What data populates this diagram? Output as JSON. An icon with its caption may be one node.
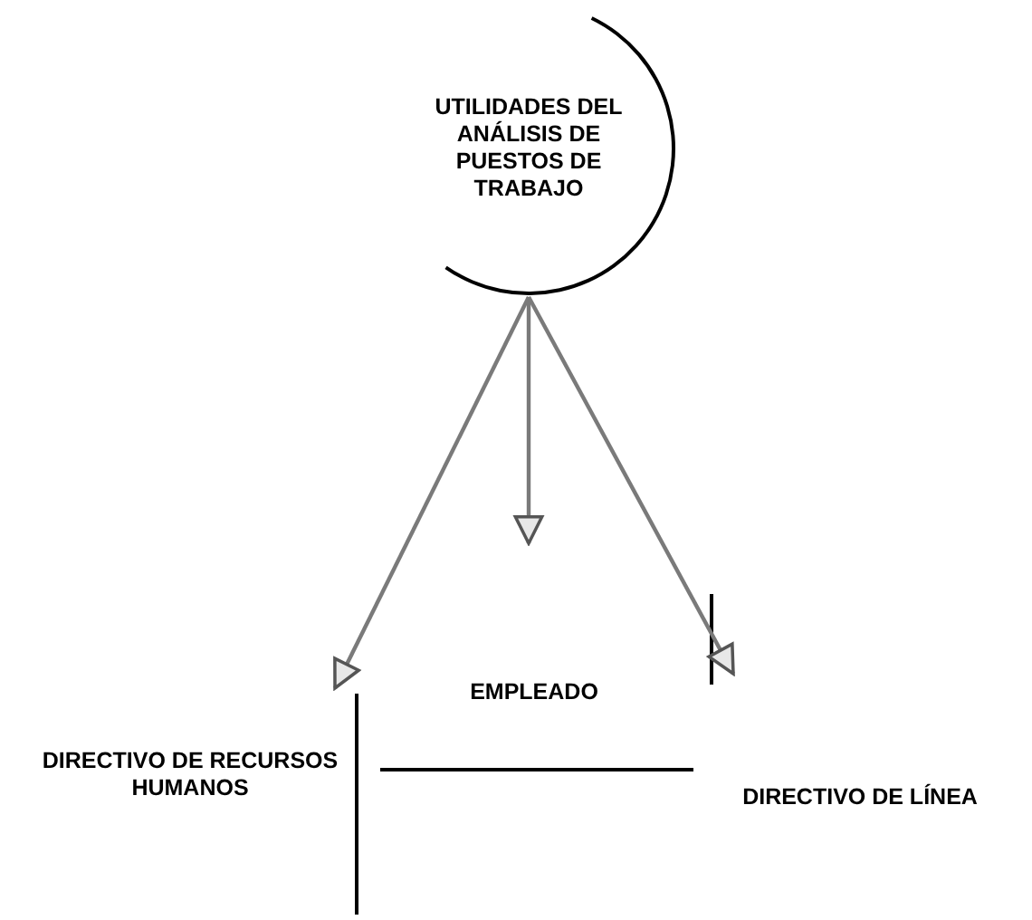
{
  "diagram": {
    "nodes": [
      {
        "text": [
          "UTILIDADES DEL ANÁLISIS DE PUESTOS DE TRABAJO"
        ]
      },
      {
        "text": [
          "DIRECTIVO DE RECURSOS HUMANOS"
        ]
      },
      {
        "text": [
          "EMPLEADO"
        ]
      },
      {
        "text": [
          "DIRECTIVO DE LÍNEA"
        ]
      }
    ],
    "edges": [
      {
        "from": 0,
        "to": 1,
        "arrow": "to"
      },
      {
        "from": 0,
        "to": 2,
        "arrow": "to"
      },
      {
        "from": 0,
        "to": 3,
        "arrow": "to"
      }
    ]
  }
}
